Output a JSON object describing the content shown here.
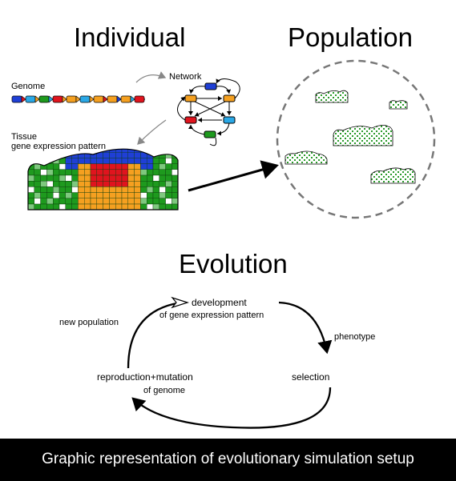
{
  "headings": {
    "individual": "Individual",
    "population": "Population",
    "evolution": "Evolution"
  },
  "labels": {
    "genome": "Genome",
    "network": "Network",
    "tissue_line1": "Tissue",
    "tissue_line2": "gene expression pattern"
  },
  "cycle": {
    "development": "development",
    "development_sub": "of gene expression pattern",
    "phenotype": "phenotype",
    "selection": "selection",
    "reproduction": "reproduction+mutation",
    "reproduction_sub": "of genome",
    "new_population": "new population"
  },
  "caption": "Graphic representation of evolutionary simulation setup",
  "colors": {
    "blue": "#1f3fd6",
    "green": "#1e9a1e",
    "orange": "#f5a020",
    "red": "#e0141e",
    "cyan": "#2aa8e6",
    "gray": "#808080"
  },
  "genome_genes": [
    "blue",
    "cyan",
    "green",
    "red",
    "orange",
    "cyan",
    "orange",
    "orange",
    "orange",
    "red"
  ]
}
